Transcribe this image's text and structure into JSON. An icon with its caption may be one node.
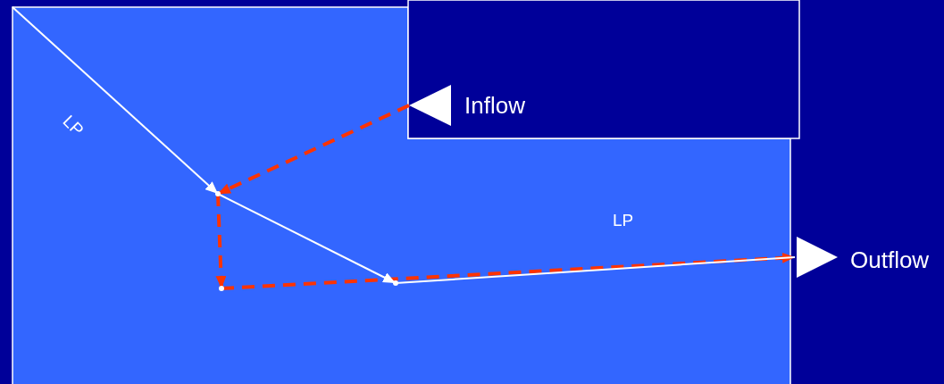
{
  "diagram": {
    "nodes": [
      {
        "text": [
          "Inflow"
        ]
      },
      {
        "text": [],
        "shape": "point"
      },
      {
        "text": [],
        "shape": "point"
      },
      {
        "text": [],
        "shape": "point"
      },
      {
        "text": [
          "Outflow"
        ]
      }
    ],
    "edges": [
      {
        "from": 0,
        "to": 1,
        "arrow": "to",
        "style": "dashed",
        "color": "#ff3300"
      },
      {
        "from": 1,
        "to": 2,
        "arrow": "to",
        "style": "dashed",
        "color": "#ff3300"
      },
      {
        "from": 2,
        "to": 4,
        "arrow": "to",
        "style": "dashed",
        "color": "#ff3300"
      },
      {
        "from": null,
        "to": 1,
        "arrow": "to",
        "label": "LP",
        "color": "#ffffff"
      },
      {
        "from": 1,
        "to": 3,
        "arrow": "to",
        "color": "#ffffff"
      },
      {
        "from": 3,
        "to": 4,
        "arrow": "none",
        "label": "LP",
        "color": "#ffffff"
      }
    ]
  }
}
